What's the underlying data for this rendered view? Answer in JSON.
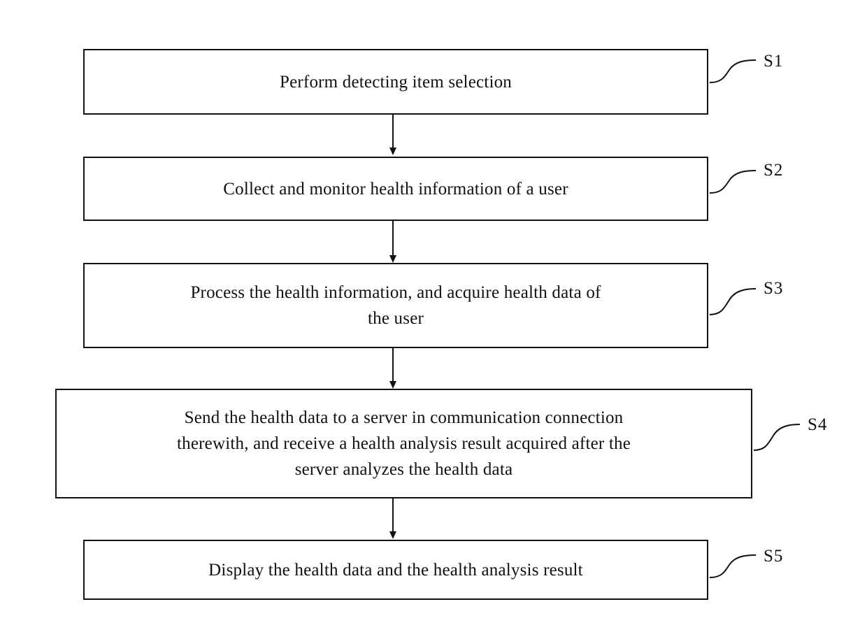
{
  "diagram": {
    "type": "flowchart",
    "orientation": "vertical",
    "background_color": "#ffffff",
    "line_color": "#111111",
    "steps": [
      {
        "id": "S1",
        "label": "S1",
        "text": "Perform detecting item selection",
        "lines": [
          "Perform detecting item selection"
        ]
      },
      {
        "id": "S2",
        "label": "S2",
        "text": "Collect and monitor health information of a user",
        "lines": [
          "Collect and monitor health information of a user"
        ]
      },
      {
        "id": "S3",
        "label": "S3",
        "text": "Process the health information, and acquire health data of\nthe user",
        "lines": [
          "Process the health information, and acquire health data of",
          "the user"
        ]
      },
      {
        "id": "S4",
        "label": "S4",
        "text": "Send the health data to a server in communication connection\ntherewith, and receive a health analysis result acquired after the\nserver analyzes the health data",
        "lines": [
          "Send the health data to a server in communication connection",
          "therewith, and receive a health analysis result acquired after the",
          "server analyzes the health data"
        ]
      },
      {
        "id": "S5",
        "label": "S5",
        "text": "Display the health data and the health analysis result",
        "lines": [
          "Display the health data and the health analysis result"
        ]
      }
    ],
    "connectors": [
      {
        "from": "S1",
        "to": "S2",
        "style": "arrow-down"
      },
      {
        "from": "S2",
        "to": "S3",
        "style": "arrow-down"
      },
      {
        "from": "S3",
        "to": "S4",
        "style": "arrow-down"
      },
      {
        "from": "S4",
        "to": "S5",
        "style": "arrow-down"
      }
    ]
  }
}
